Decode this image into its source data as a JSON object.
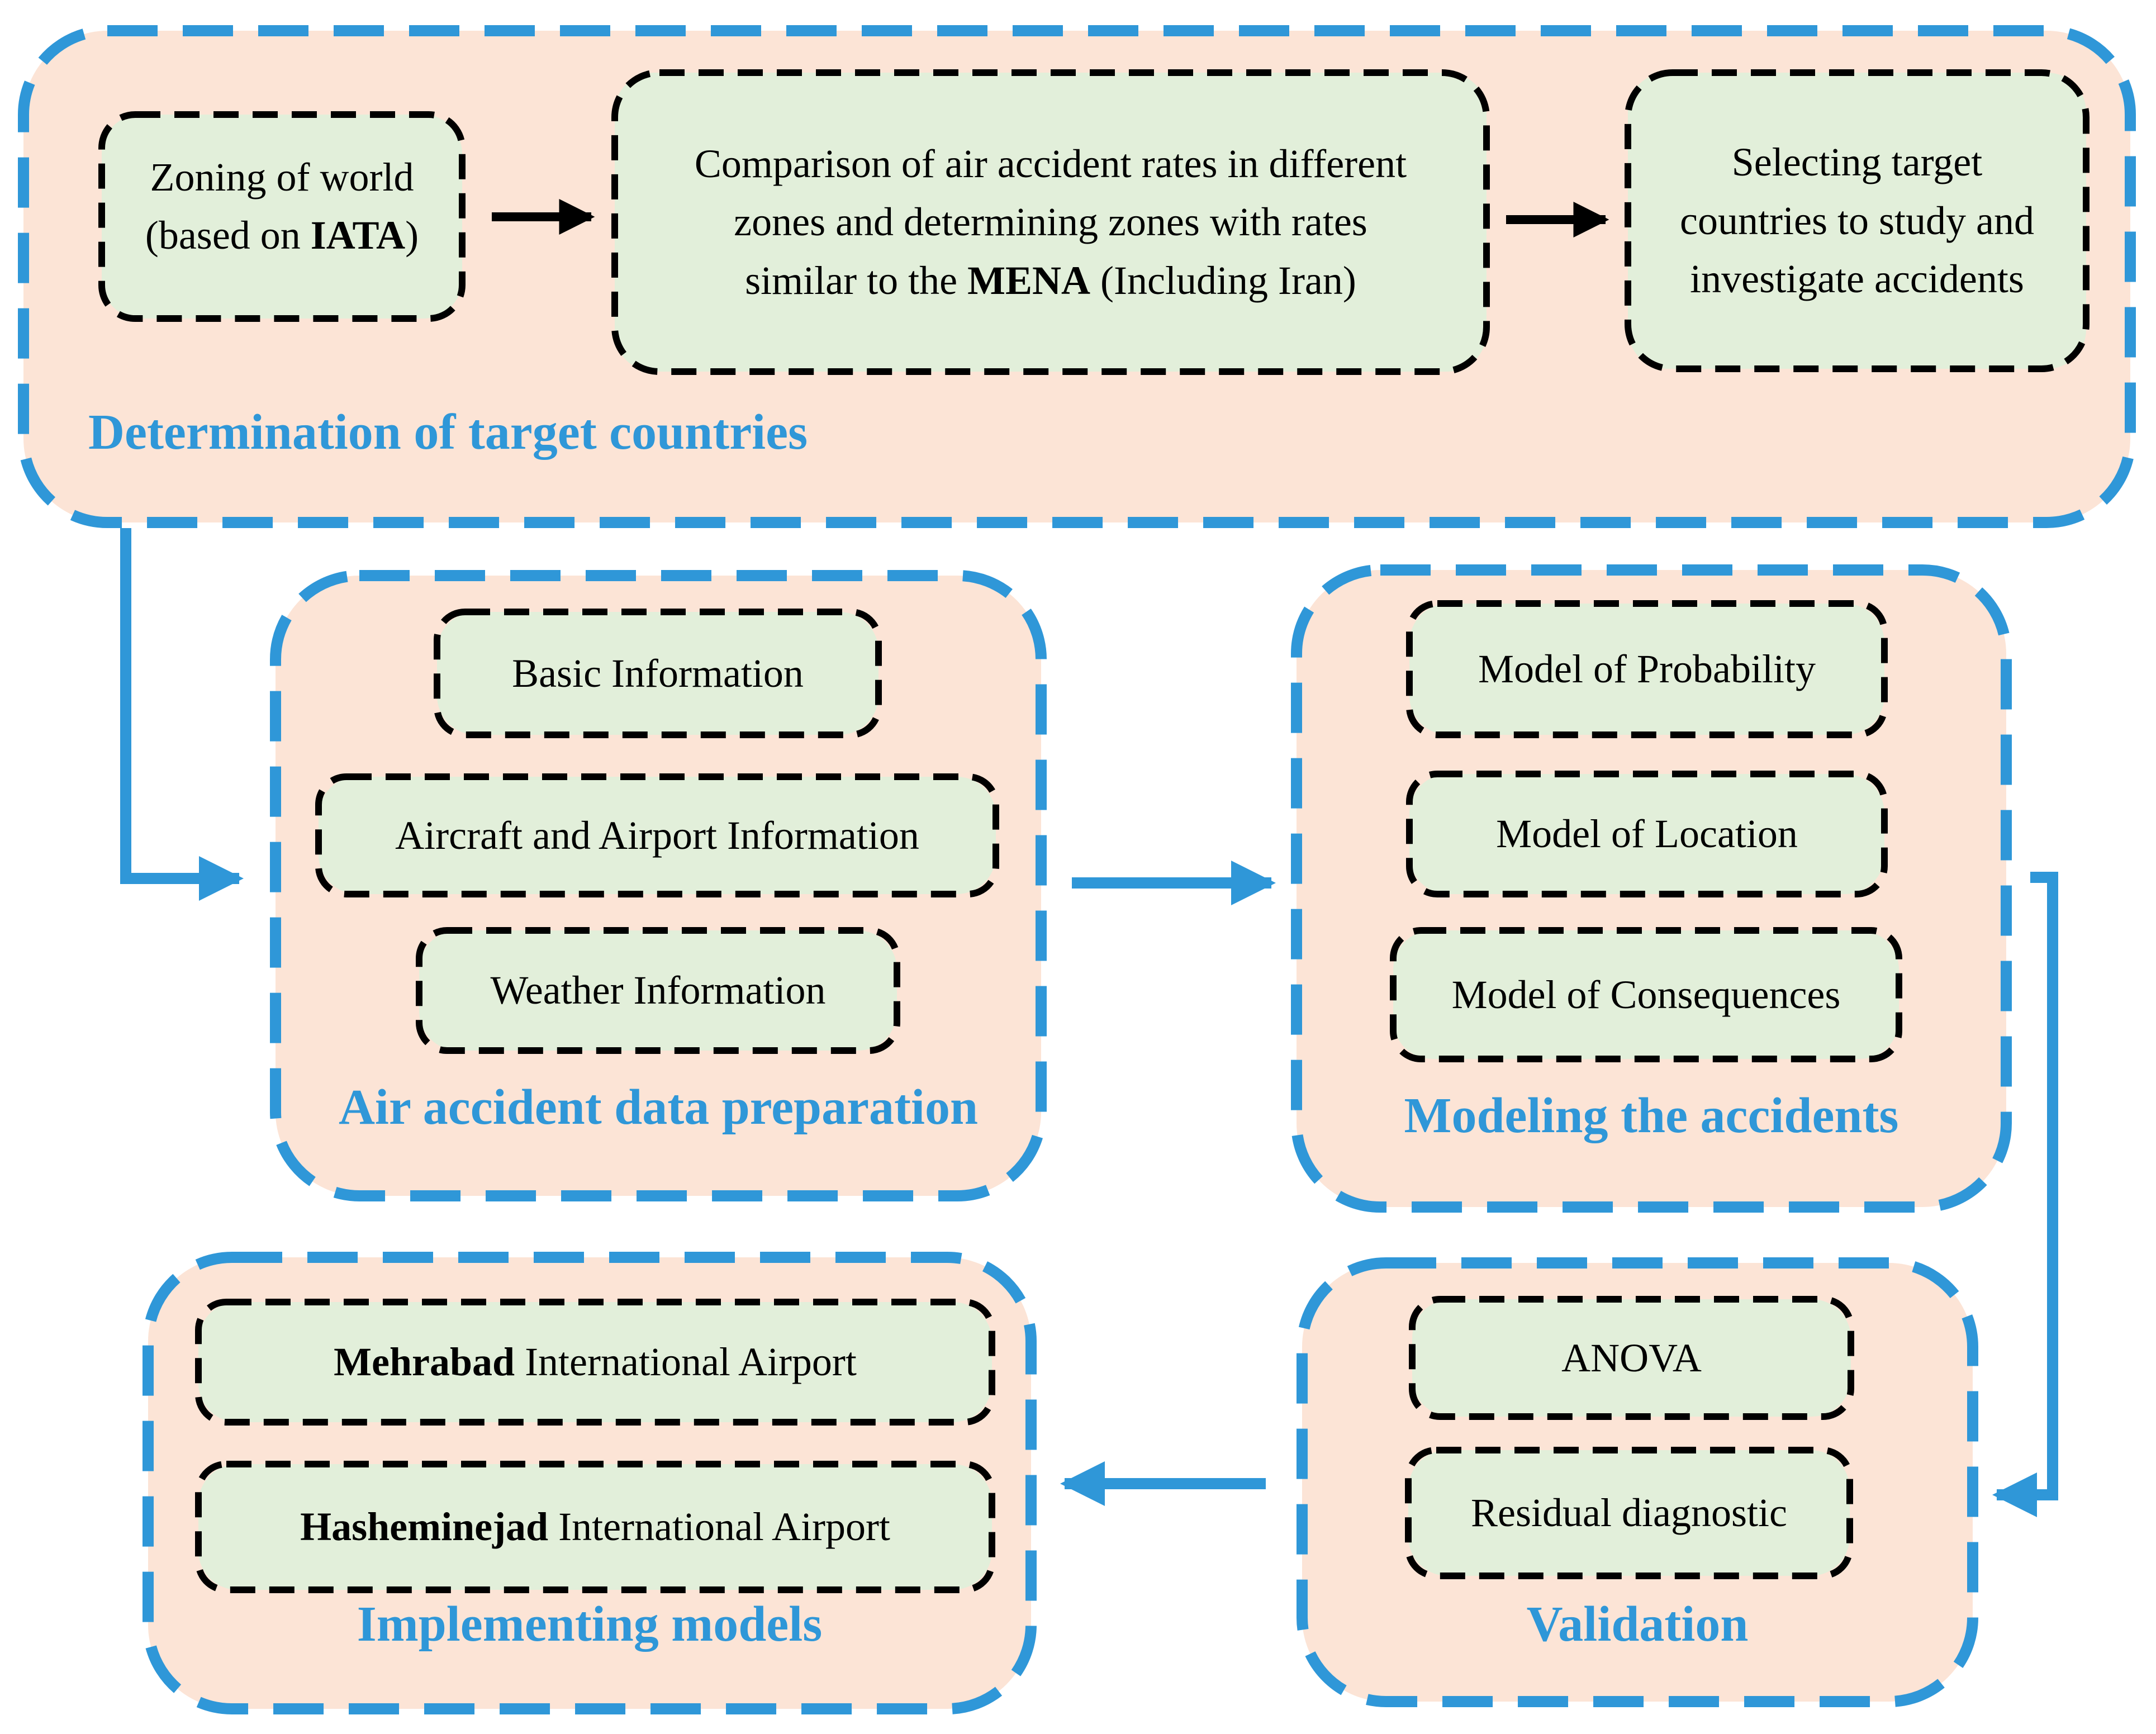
{
  "colors": {
    "section_fill": "#fce4d6",
    "section_border": "#2f97d8",
    "box_fill": "#e2efda",
    "box_border": "#000000",
    "arrow_blue": "#2f97d8",
    "arrow_black": "#000000"
  },
  "sections": {
    "target": {
      "title": "Determination of target countries",
      "zoning": {
        "line1": "Zoning of world",
        "line2_prefix": "(based on ",
        "line2_bold": "IATA",
        "line2_suffix": ")"
      },
      "comparison": {
        "line1": "Comparison of air accident rates in different",
        "line2": "zones and determining zones with rates",
        "line3_prefix": "similar to the ",
        "line3_bold": "MENA",
        "line3_suffix": " (Including Iran)"
      },
      "selecting": {
        "line1": "Selecting target",
        "line2": "countries to study and",
        "line3": "investigate accidents"
      }
    },
    "data_prep": {
      "title": "Air accident data preparation",
      "items": [
        "Basic Information",
        "Aircraft and Airport Information",
        "Weather Information"
      ]
    },
    "modeling": {
      "title": "Modeling the accidents",
      "items": [
        "Model of Probability",
        "Model of Location",
        "Model of Consequences"
      ]
    },
    "validation": {
      "title": "Validation",
      "items": [
        "ANOVA",
        "Residual diagnostic"
      ]
    },
    "implementing": {
      "title": "Implementing models",
      "mehrabad": {
        "bold": "Mehrabad",
        "rest": " International Airport"
      },
      "hasheminejad": {
        "bold": "Hasheminejad",
        "rest": " International Airport"
      }
    }
  }
}
